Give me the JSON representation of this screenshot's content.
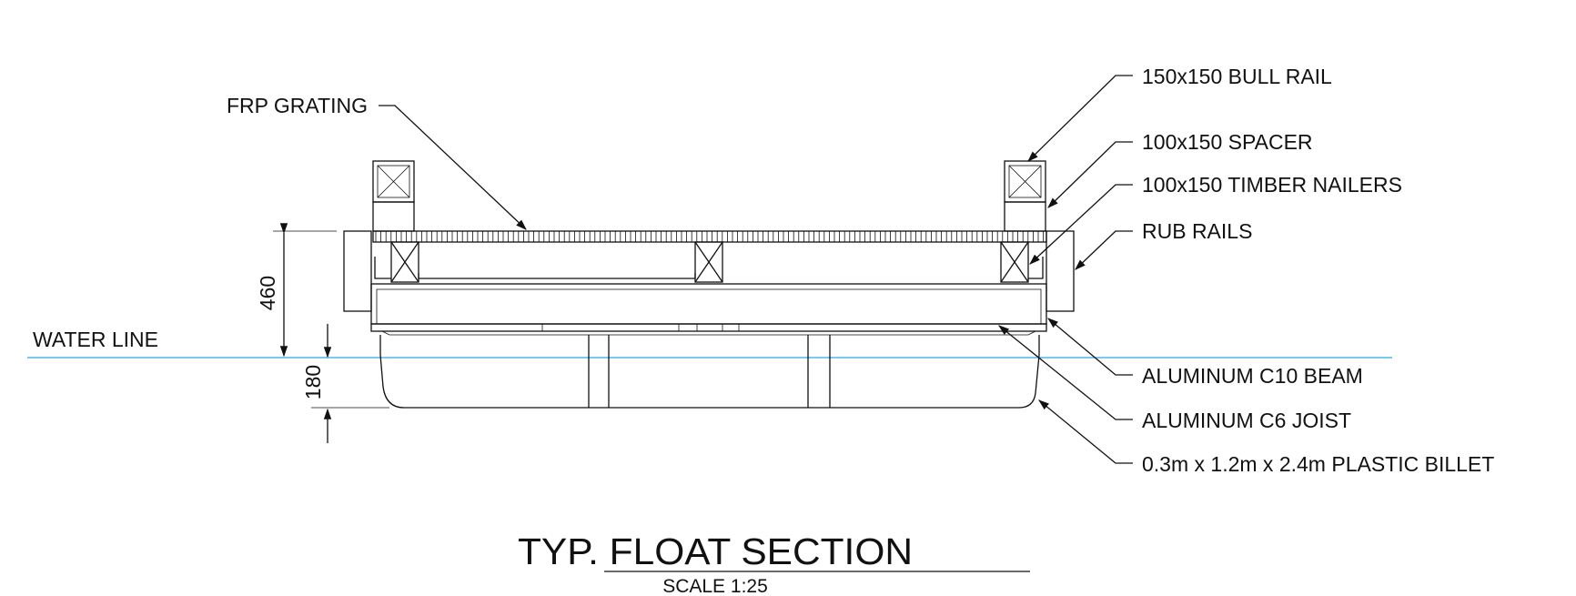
{
  "title": "TYP. FLOAT SECTION",
  "scale": "SCALE 1:25",
  "labels": {
    "frp_grating": "FRP GRATING",
    "water_line": "WATER LINE",
    "bull_rail": "150x150 BULL RAIL",
    "spacer": "100x150 SPACER",
    "timber_nailers": "100x150 TIMBER NAILERS",
    "rub_rails": "RUB RAILS",
    "c10_beam": "ALUMINUM C10 BEAM",
    "c6_joist": "ALUMINUM C6 JOIST",
    "plastic_billet": "0.3m x 1.2m x 2.4m PLASTIC BILLET"
  },
  "dimensions": {
    "freeboard": "460",
    "draft": "180"
  },
  "colors": {
    "linework": "#111111",
    "water_line": "#29a9e0"
  }
}
